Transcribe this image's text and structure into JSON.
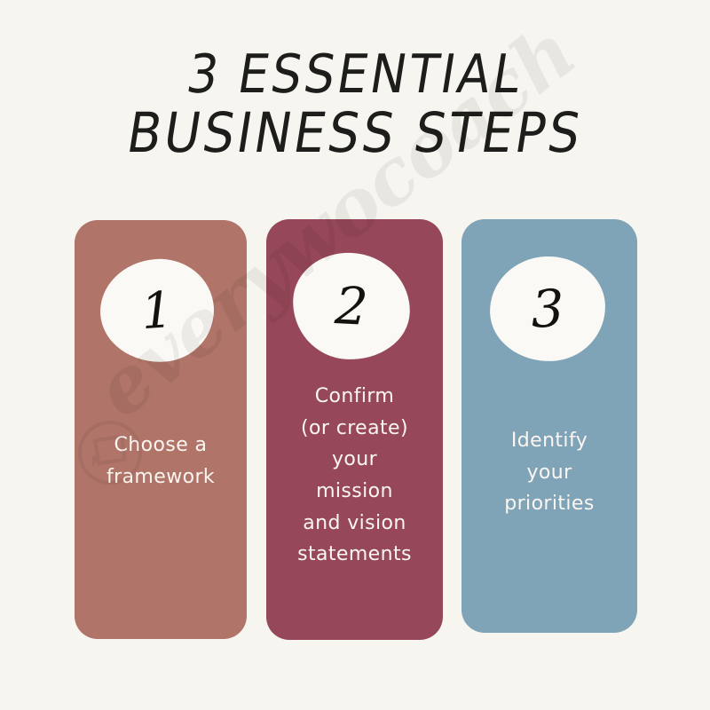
{
  "poster": {
    "background_color": "#f7f5f0",
    "title_line_1": "3 ESSENTIAL",
    "title_line_2": "BUSINESS STEPS",
    "title_color": "#1d1d1b"
  },
  "watermark": {
    "text": "everywocoach",
    "logo_icon": "camera-badge-icon"
  },
  "cards": [
    {
      "number": "1",
      "label": "Choose a\nframework",
      "label_lines": [
        "Choose a",
        "framework"
      ],
      "color": "#b07468",
      "text_color": "#fbf6f1"
    },
    {
      "number": "2",
      "label": "Confirm (or create) your mission and vision statements",
      "label_lines": [
        "Confirm",
        "(or create)",
        "your",
        "mission",
        "and vision",
        "statements"
      ],
      "color": "#96485a",
      "text_color": "#fbf6f1"
    },
    {
      "number": "3",
      "label": "Identify your priorities",
      "label_lines": [
        "Identify",
        "your",
        "priorities"
      ],
      "color": "#7fa3b7",
      "text_color": "#fbf6f1"
    }
  ]
}
